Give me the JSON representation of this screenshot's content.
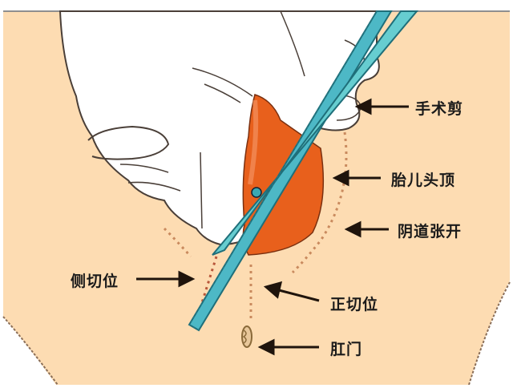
{
  "diagram": {
    "subject": "episiotomy illustration",
    "colors": {
      "skin": "#fddcb2",
      "outline": "#6b5a4a",
      "glove": "#ffffff",
      "fetal_head": "#e8601c",
      "scissors": "#5cc6cc",
      "scissors_dark": "#2e8a96",
      "dotted_line": "#c98a5e",
      "arrow": "#1f140c",
      "background": "#ffffff"
    },
    "labels": [
      {
        "id": "surgical-scissors",
        "text": "手术剪"
      },
      {
        "id": "fetal-head",
        "text": "胎儿头顶"
      },
      {
        "id": "vagina-dilated",
        "text": "阴道张开"
      },
      {
        "id": "mediolateral-incision",
        "text": "侧切位"
      },
      {
        "id": "median-incision",
        "text": "正切位"
      },
      {
        "id": "anus",
        "text": "肛门"
      }
    ]
  }
}
